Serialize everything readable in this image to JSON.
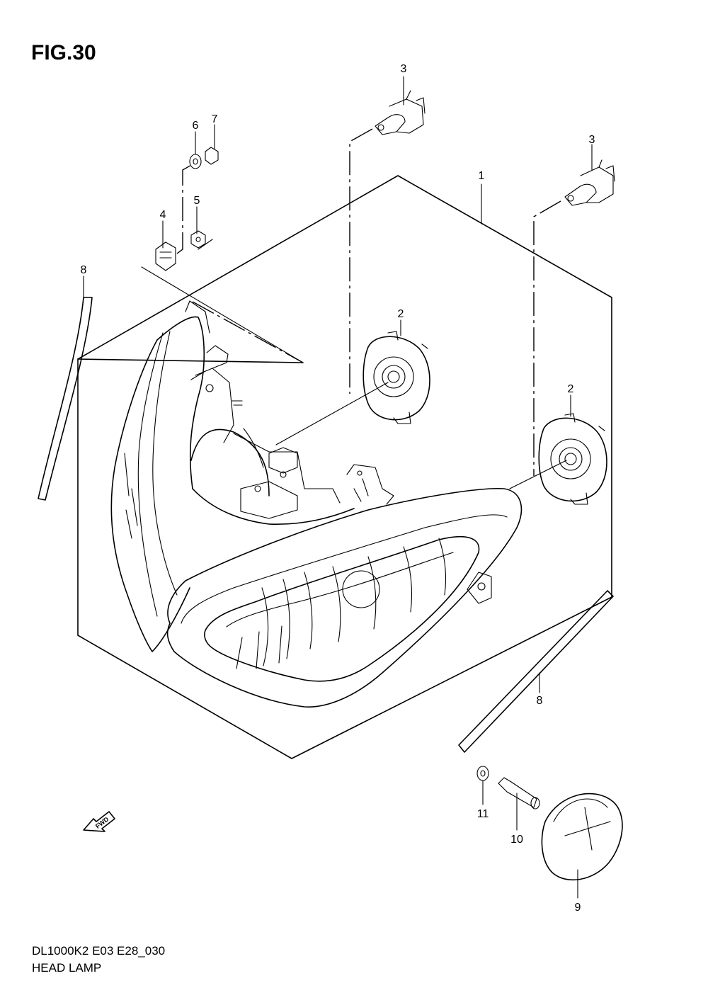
{
  "figure": {
    "title": "FIG.30",
    "model_code": "DL1000K2 E03 E28_030",
    "caption": "HEAD LAMP",
    "fwd_arrow_text": "FWD"
  },
  "parts": [
    {
      "number": "1"
    },
    {
      "number": "2"
    },
    {
      "number": "2"
    },
    {
      "number": "3"
    },
    {
      "number": "3"
    },
    {
      "number": "4"
    },
    {
      "number": "5"
    },
    {
      "number": "6"
    },
    {
      "number": "7"
    },
    {
      "number": "8"
    },
    {
      "number": "8"
    },
    {
      "number": "9"
    },
    {
      "number": "10"
    },
    {
      "number": "11"
    }
  ]
}
